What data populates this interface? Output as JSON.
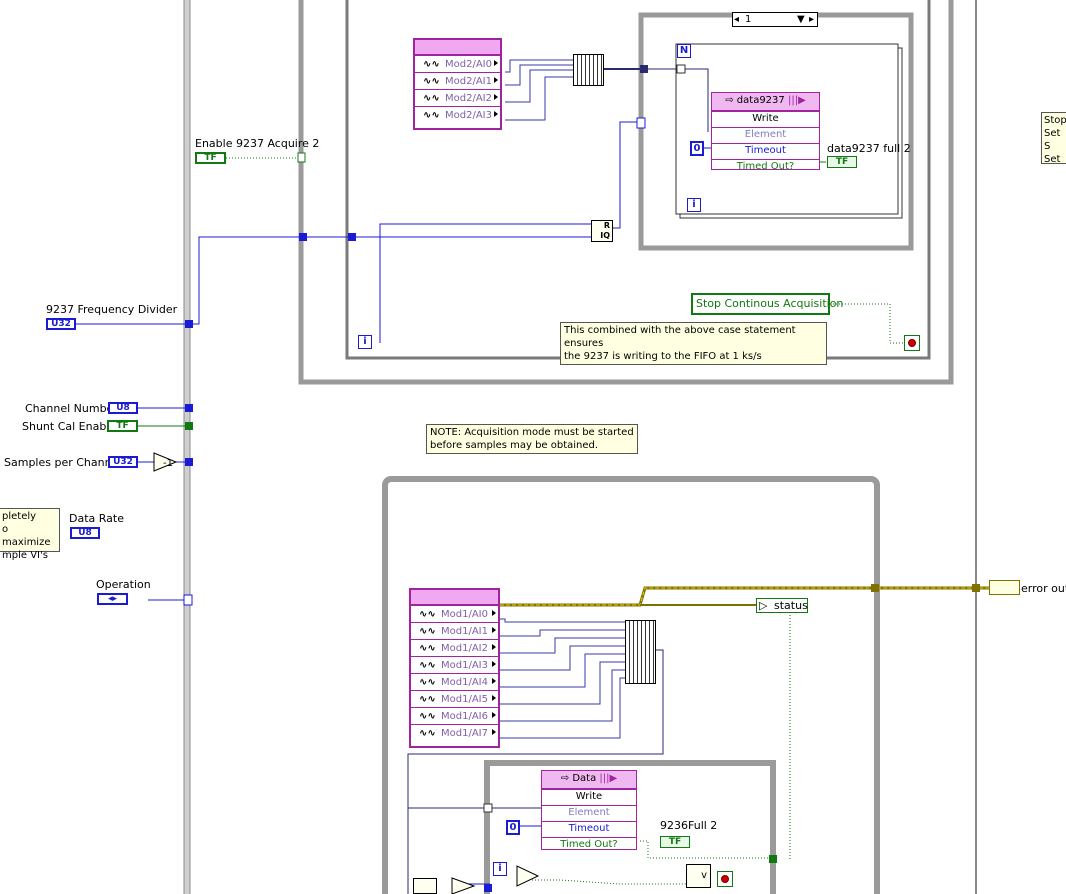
{
  "controls": {
    "enable_acquire": {
      "label": "Enable 9237 Acquire 2",
      "type": "TF"
    },
    "freq_divider": {
      "label": "9237 Frequency Divider",
      "type": "U32"
    },
    "channel_number": {
      "label": "Channel Number",
      "type": "U8"
    },
    "shunt_cal": {
      "label": "Shunt Cal Enable",
      "type": "TF"
    },
    "samples_per_channel": {
      "label": "Samples per Channel",
      "type": "U32"
    },
    "data_rate": {
      "label": "Data Rate",
      "type": "U8"
    },
    "operation": {
      "label": "Operation",
      "type": "◂▸"
    }
  },
  "left_comment": [
    "pletely",
    "o maximize",
    "mple VI's"
  ],
  "right_comment": [
    "Stop",
    "Set S",
    "Set R"
  ],
  "case_selector": {
    "value": "1"
  },
  "upper_fifo": {
    "channels": [
      "Mod2/AI0",
      "Mod2/AI1",
      "Mod2/AI2",
      "Mod2/AI3"
    ]
  },
  "data9237_node": {
    "title": "data9237",
    "rows": [
      "Write",
      "Element",
      "Timeout",
      "Timed Out?"
    ]
  },
  "data9237_full": {
    "label": "data9237 full 2",
    "type": "TF"
  },
  "stop_acq": {
    "label": "Stop Continous Acquisition"
  },
  "note_9237": [
    "This combined with the above case statement ensures",
    "the 9237 is writing to the FIFO at 1 ks/s"
  ],
  "note_acq": [
    "NOTE: Acquisition mode must be started",
    "before samples may be obtained."
  ],
  "lower_fifo": {
    "channels": [
      "Mod1/AI0",
      "Mod1/AI1",
      "Mod1/AI2",
      "Mod1/AI3",
      "Mod1/AI4",
      "Mod1/AI5",
      "Mod1/AI6",
      "Mod1/AI7"
    ]
  },
  "data_node": {
    "title": "Data",
    "rows": [
      "Write",
      "Element",
      "Timeout",
      "Timed Out?"
    ]
  },
  "full_9236": {
    "label": "9236Full 2",
    "type": "TF"
  },
  "status": {
    "label": "status"
  },
  "error_out": {
    "label": "error out"
  },
  "constants": {
    "timeout_upper": "0",
    "timeout_lower": "0",
    "minus_one": "-1",
    "loop_n": "N",
    "loop_i": "i"
  }
}
